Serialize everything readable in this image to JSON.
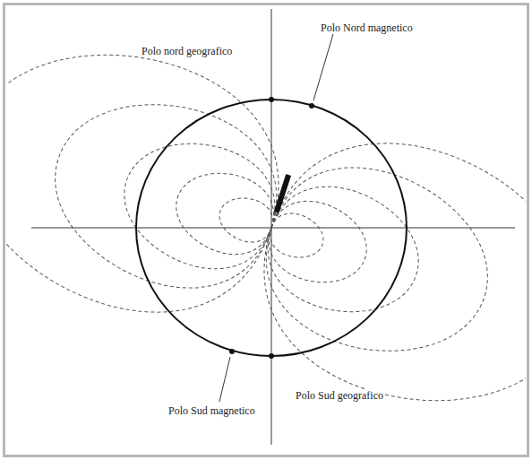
{
  "diagram": {
    "labels": [
      "Polo nord geografico",
      "Polo Nord magnetico",
      "Polo Sud magnetico",
      "Polo Sud geografico"
    ]
  }
}
